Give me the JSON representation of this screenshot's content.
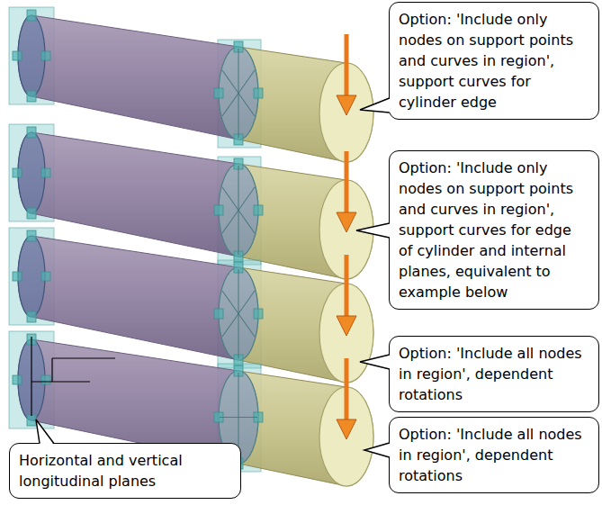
{
  "diagram": {
    "nodes": [
      {
        "text": [
          "Option: 'Include only nodes on support points and curves in region', support curves for cylinder edge"
        ]
      },
      {
        "text": [
          "Option: 'Include only nodes on support points and curves in region', support curves for edge of cylinder and internal planes, equivalent to example below"
        ]
      },
      {
        "text": [
          "Option: 'Include all nodes in region', dependent rotations"
        ]
      },
      {
        "text": [
          "Option: 'Include all nodes in region', dependent rotations"
        ]
      },
      {
        "text": [
          "Horizontal and vertical longitudinal planes"
        ]
      }
    ]
  }
}
